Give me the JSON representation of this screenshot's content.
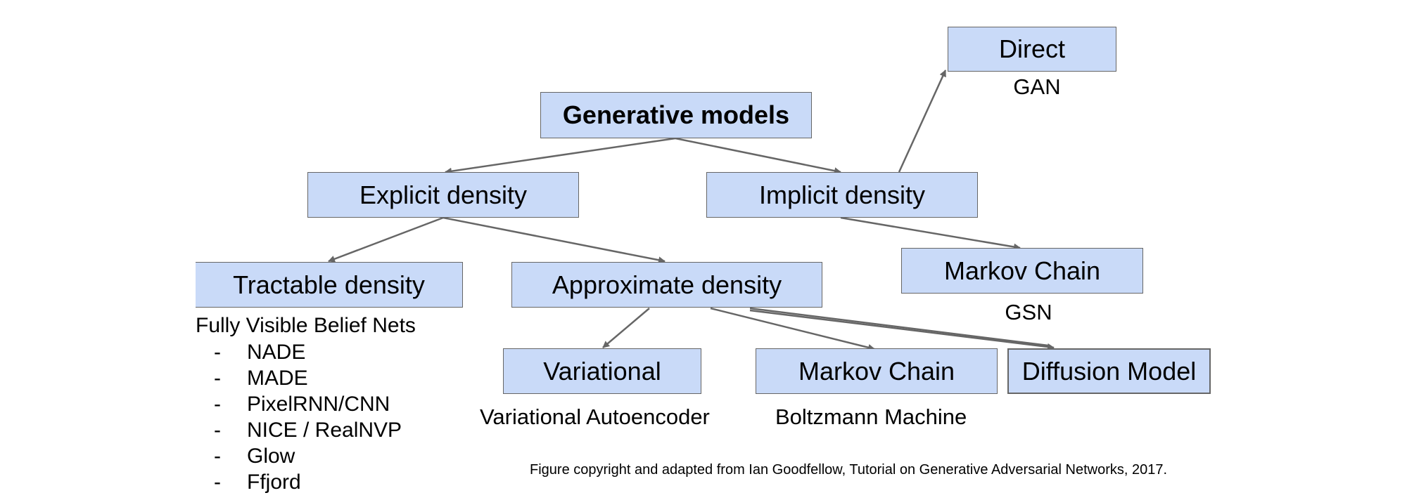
{
  "nodes": {
    "direct": "Direct",
    "generative_models": "Generative models",
    "explicit_density": "Explicit density",
    "implicit_density": "Implicit density",
    "tractable_density": "Tractable density",
    "approximate_density": "Approximate density",
    "markov_chain_implicit": "Markov Chain",
    "variational": "Variational",
    "markov_chain_approx": "Markov Chain",
    "diffusion_model": "Diffusion Model"
  },
  "captions": {
    "gan": "GAN",
    "gsn": "GSN",
    "variational_autoencoder": "Variational Autoencoder",
    "boltzmann_machine": "Boltzmann Machine"
  },
  "tractable_list": {
    "title": "Fully Visible Belief Nets",
    "dash": "-",
    "items": [
      "NADE",
      "MADE",
      "PixelRNN/CNN",
      "NICE / RealNVP",
      "Glow",
      "Ffjord"
    ]
  },
  "footer": "Figure copyright and adapted from Ian Goodfellow, Tutorial on Generative Adversarial Networks, 2017.",
  "colors": {
    "node_fill": "#c9daf8",
    "node_border": "#666666",
    "arrow": "#666666",
    "text": "#000000"
  }
}
